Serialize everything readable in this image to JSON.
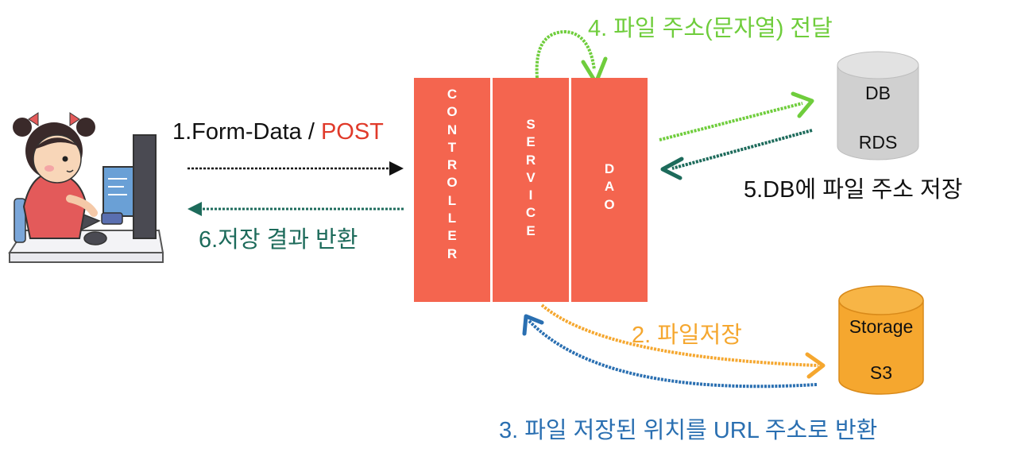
{
  "layers": {
    "controller": "CONTROLLER",
    "service": "SERVICE",
    "dao": "DAO"
  },
  "steps": {
    "step1_prefix": "1.Form-Data / ",
    "step1_method": "POST",
    "step2": "2. 파일저장",
    "step3": "3. 파일 저장된 위치를 URL 주소로 반환",
    "step4": "4. 파일 주소(문자열) 전달",
    "step5": "5.DB에 파일 주소 저장",
    "step6": "6.저장 결과 반환"
  },
  "db": {
    "line1": "DB",
    "line2": "RDS"
  },
  "storage": {
    "line1": "Storage",
    "line2": "S3"
  },
  "colors": {
    "layer": "#f4654f",
    "green": "#6fcd3c",
    "teal": "#1d6b5b",
    "orange": "#f5a72f",
    "blue": "#2a6fb1",
    "red": "#e03a2a",
    "db_gray": "#d0d0d0",
    "storage_orange": "#f5a72f"
  },
  "icons": [
    "girl-at-computer-illustration"
  ]
}
